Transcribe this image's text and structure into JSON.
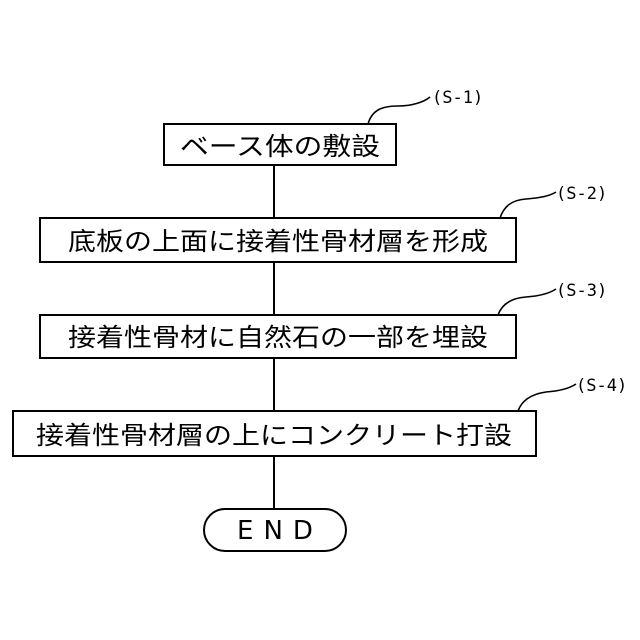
{
  "flowchart": {
    "steps": [
      {
        "text": "ベース体の敷設",
        "label": "(S-1)"
      },
      {
        "text": "底板の上面に接着性骨材層を形成",
        "label": "(S-2)"
      },
      {
        "text": "接着性骨材に自然石の一部を埋設",
        "label": "(S-3)"
      },
      {
        "text": "接着性骨材層の上にコンクリート打設",
        "label": "(S-4)"
      }
    ],
    "terminal": "END"
  }
}
